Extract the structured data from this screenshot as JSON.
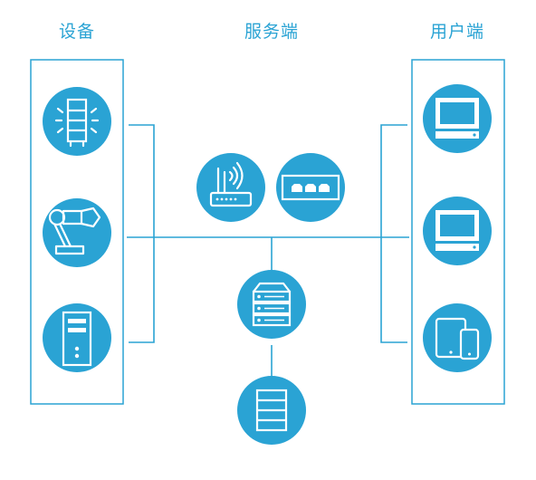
{
  "columns": {
    "devices": "设备",
    "server": "服务端",
    "clients": "用户端"
  },
  "colors": {
    "accent": "#2aa3d4",
    "circle": "#2aa3d4",
    "line": "#2aa3d4",
    "icon_fill": "#ffffff"
  },
  "nodes": {
    "devices": [
      "signal-tower-icon",
      "robot-arm-icon",
      "pc-tower-icon"
    ],
    "server_top": [
      "wifi-router-icon",
      "network-switch-icon"
    ],
    "server_center": "server-rack-icon",
    "server_bottom": "storage-server-icon",
    "clients": [
      "desktop-monitor-icon",
      "desktop-monitor-icon",
      "tablet-phone-icon"
    ]
  }
}
